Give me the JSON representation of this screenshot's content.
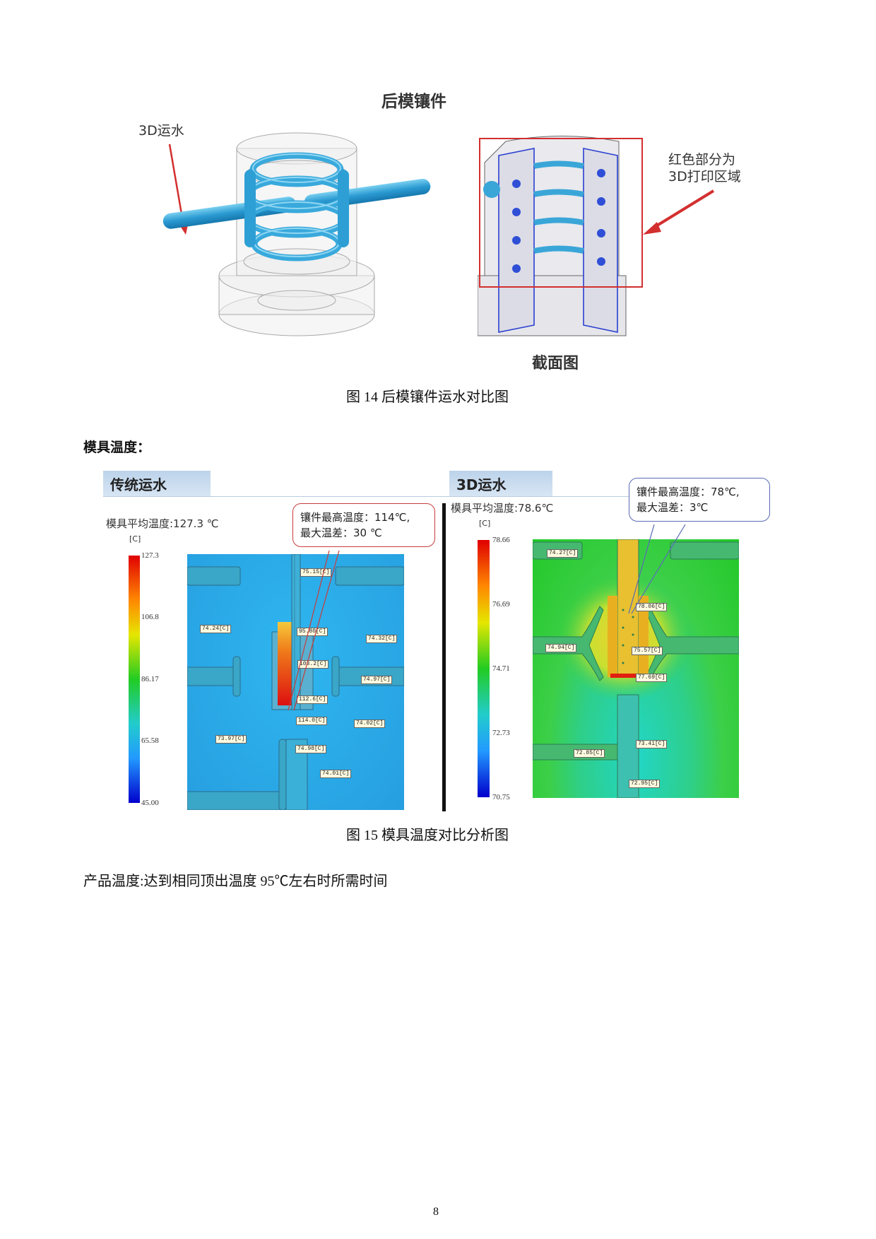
{
  "figure14": {
    "title": "后模镶件",
    "label_3d_water": "3D运水",
    "label_red_region": "红色部分为\n3D打印区域",
    "label_section": "截面图",
    "caption": "图 14  后模镶件运水对比图"
  },
  "section_heading": "模具温度：",
  "figure15": {
    "left": {
      "tab": "传统运水",
      "avg_temp": "模具平均温度:127.3 ℃",
      "unit": "[C]",
      "ticks": [
        "127.3",
        "106.8",
        "86.17",
        "65.58",
        "45.00"
      ],
      "callout_line1": "镶件最高温度：114℃,",
      "callout_line2": "最大温差：30 ℃",
      "tags": [
        "75.15[C]",
        "74.24[C]",
        "95.80[C]",
        "74.32[C]",
        "103.2[C]",
        "74.97[C]",
        "112.6[C]",
        "114.0[C]",
        "74.02[C]",
        "73.97[C]",
        "74.98[C]",
        "74.01[C]"
      ]
    },
    "right": {
      "tab": "3D运水",
      "avg_temp": "模具平均温度:78.6℃",
      "unit": "[C]",
      "ticks": [
        "78.66",
        "76.69",
        "74.71",
        "72.73",
        "70.75"
      ],
      "callout_line1": "镶件最高温度：78℃,",
      "callout_line2": "最大温差：3℃",
      "tags": [
        "74.27[C]",
        "78.06[C]",
        "74.94[C]",
        "75.57[C]",
        "77.69[C]",
        "73.41[C]",
        "72.85[C]",
        "72.95[C]"
      ]
    },
    "caption": "图 15  模具温度对比分析图"
  },
  "body_text": "产品温度:达到相同顶出温度 95℃左右时所需时间",
  "page_number": "8",
  "colors": {
    "water_blue": "#3aa6d8",
    "red_frame": "#d32f2f",
    "callout_blue": "#5a6ab8"
  }
}
